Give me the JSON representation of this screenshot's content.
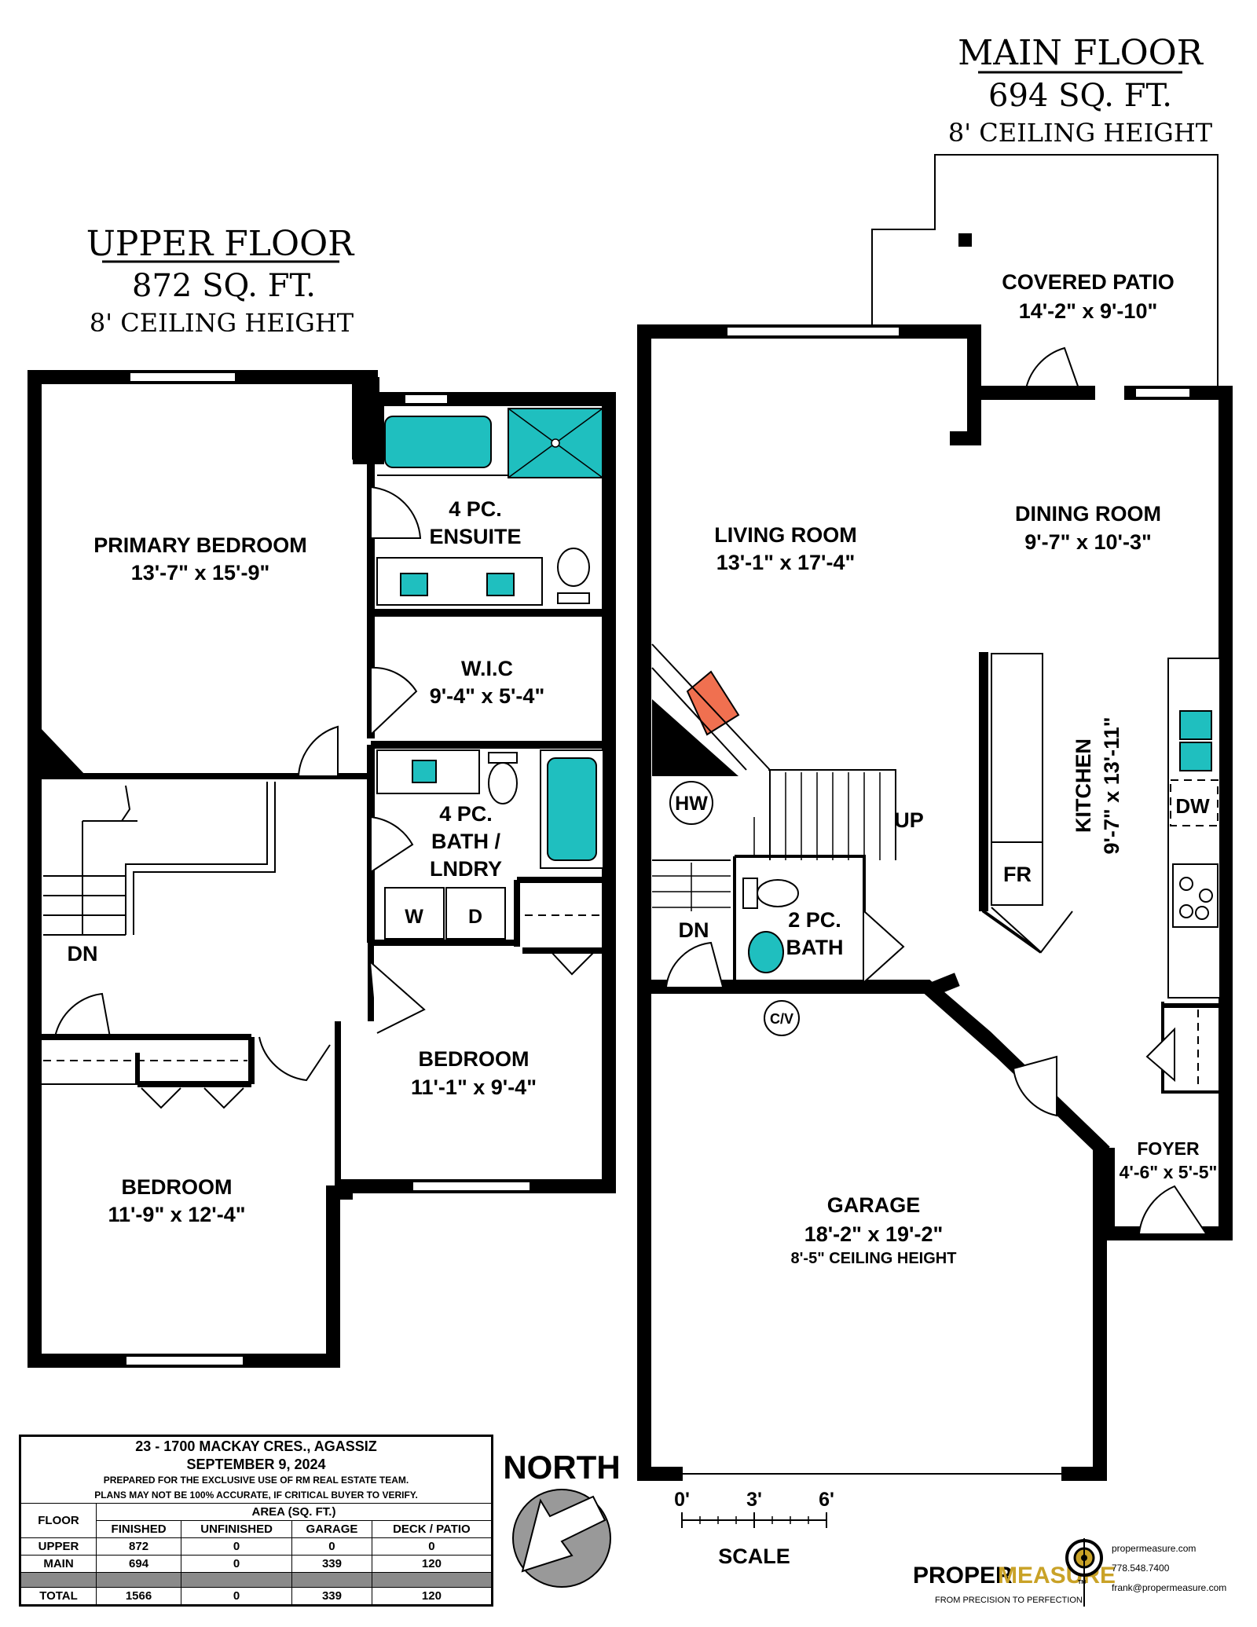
{
  "main_floor": {
    "title": "MAIN FLOOR",
    "area": "694 SQ. FT.",
    "ceiling": "8' CEILING HEIGHT"
  },
  "upper_floor": {
    "title": "UPPER FLOOR",
    "area": "872 SQ. FT.",
    "ceiling": "8' CEILING HEIGHT"
  },
  "rooms": {
    "covered_patio": {
      "name": "COVERED PATIO",
      "dims": "14'-2\" x 9'-10\""
    },
    "living_room": {
      "name": "LIVING ROOM",
      "dims": "13'-1\" x 17'-4\""
    },
    "dining_room": {
      "name": "DINING ROOM",
      "dims": "9'-7\" x 10'-3\""
    },
    "kitchen": {
      "name": "KITCHEN",
      "dims": "9'-7\" x 13'-11\""
    },
    "garage": {
      "name": "GARAGE",
      "dims": "18'-2\" x 19'-2\"",
      "ceiling": "8'-5\" CEILING HEIGHT"
    },
    "foyer": {
      "name": "FOYER",
      "dims": "4'-6\" x 5'-5\""
    },
    "bath_2pc": {
      "line1": "2 PC.",
      "line2": "BATH"
    },
    "primary_bedroom": {
      "name": "PRIMARY BEDROOM",
      "dims": "13'-7\" x 15'-9\""
    },
    "ensuite": {
      "line1": "4 PC.",
      "line2": "ENSUITE"
    },
    "wic": {
      "name": "W.I.C",
      "dims": "9'-4\" x 5'-4\""
    },
    "bath_4pc": {
      "line1": "4 PC.",
      "line2": "BATH /",
      "line3": "LNDRY"
    },
    "bedroom_2": {
      "name": "BEDROOM",
      "dims": "11'-1\" x 9'-4\""
    },
    "bedroom_3": {
      "name": "BEDROOM",
      "dims": "11'-9\" x 12'-4\""
    }
  },
  "labels": {
    "hw": "HW",
    "up": "UP",
    "dn_main": "DN",
    "dn_upper": "DN",
    "cv": "C/V",
    "dw": "DW",
    "fr": "FR",
    "washer": "W",
    "dryer": "D"
  },
  "info": {
    "address": "23 - 1700 MACKAY CRES., AGASSIZ",
    "date": "SEPTEMBER 9, 2024",
    "note1": "PREPARED FOR THE EXCLUSIVE USE OF RM REAL ESTATE TEAM.",
    "note2": "PLANS MAY NOT BE 100% ACCURATE, IF CRITICAL BUYER TO VERIFY.",
    "col_floor": "FLOOR",
    "col_area": "AREA (SQ. FT.)",
    "columns": [
      "FINISHED",
      "UNFINISHED",
      "GARAGE",
      "DECK / PATIO"
    ],
    "rows": [
      {
        "floor": "UPPER",
        "finished": "872",
        "unfinished": "0",
        "garage": "0",
        "deck": "0"
      },
      {
        "floor": "MAIN",
        "finished": "694",
        "unfinished": "0",
        "garage": "339",
        "deck": "120"
      }
    ],
    "total": {
      "floor": "TOTAL",
      "finished": "1566",
      "unfinished": "0",
      "garage": "339",
      "deck": "120"
    }
  },
  "north": "NORTH",
  "scale": {
    "label": "SCALE",
    "ticks": [
      "0'",
      "3'",
      "6'"
    ]
  },
  "logo": {
    "brand_a": "PROPER",
    "brand_b": "MEASURE",
    "tm": "TM",
    "tagline": "FROM PRECISION TO PERFECTION",
    "website": "propermeasure.com",
    "phone": "778.548.7400",
    "email": "frank@propermeasure.com"
  },
  "colors": {
    "fixture": "#1fbfbf",
    "fireplace": "#f07050",
    "wall": "#000000",
    "logo_gold": "#c9a227"
  }
}
